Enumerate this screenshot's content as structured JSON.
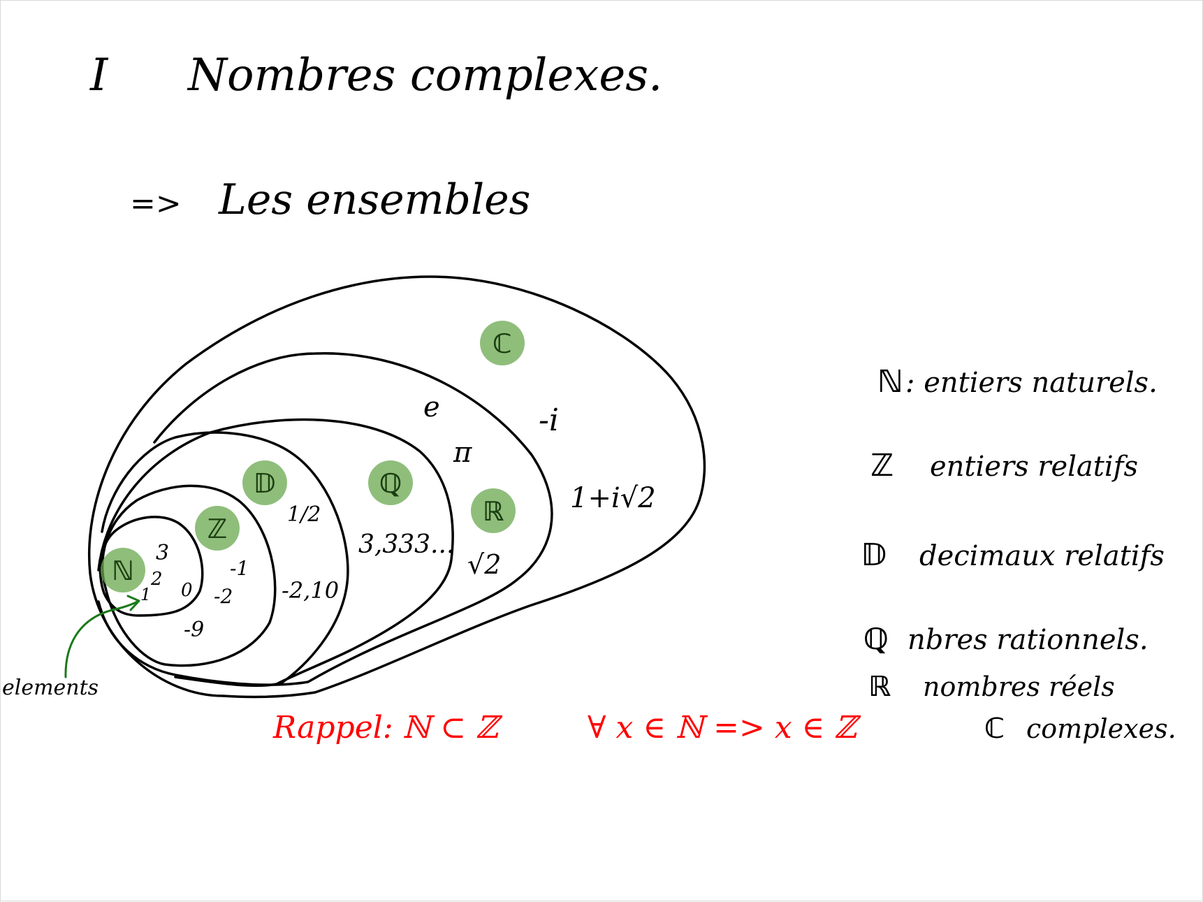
{
  "title": {
    "numeral": "I",
    "text": "Nombres complexes."
  },
  "subtitle": {
    "arrow": "=>",
    "text": "Les ensembles"
  },
  "sets": [
    {
      "symbol": "ℕ",
      "elements": [
        "1",
        "2",
        "3",
        "0"
      ]
    },
    {
      "symbol": "ℤ",
      "elements": [
        "-1",
        "-2",
        "-9"
      ]
    },
    {
      "symbol": "𝔻",
      "elements": [
        "1/2",
        "-2,10"
      ]
    },
    {
      "symbol": "ℚ",
      "elements": [
        "3,333..."
      ]
    },
    {
      "symbol": "ℝ",
      "elements": [
        "e",
        "π",
        "√2"
      ]
    },
    {
      "symbol": "ℂ",
      "elements": [
        "-i",
        "1+i√2"
      ]
    }
  ],
  "elements_label": "elements",
  "legend": [
    {
      "symbol": "ℕ",
      "text": ": entiers naturels."
    },
    {
      "symbol": "ℤ",
      "text": "entiers relatifs"
    },
    {
      "symbol": "𝔻",
      "text": "decimaux relatifs"
    },
    {
      "symbol": "ℚ",
      "text": "nbres rationnels."
    },
    {
      "symbol": "ℝ",
      "text": "nombres réels"
    },
    {
      "symbol": "ℂ",
      "text": "complexes."
    }
  ],
  "rappel": {
    "label": "Rappel:",
    "inclusion": "ℕ ⊂ ℤ",
    "implication": "∀ x ∈ ℕ => x ∈ ℤ"
  },
  "colors": {
    "ink": "#000000",
    "highlight": "#6aa84f",
    "arrow": "#1a7a1a",
    "rappel": "#ff0000"
  }
}
